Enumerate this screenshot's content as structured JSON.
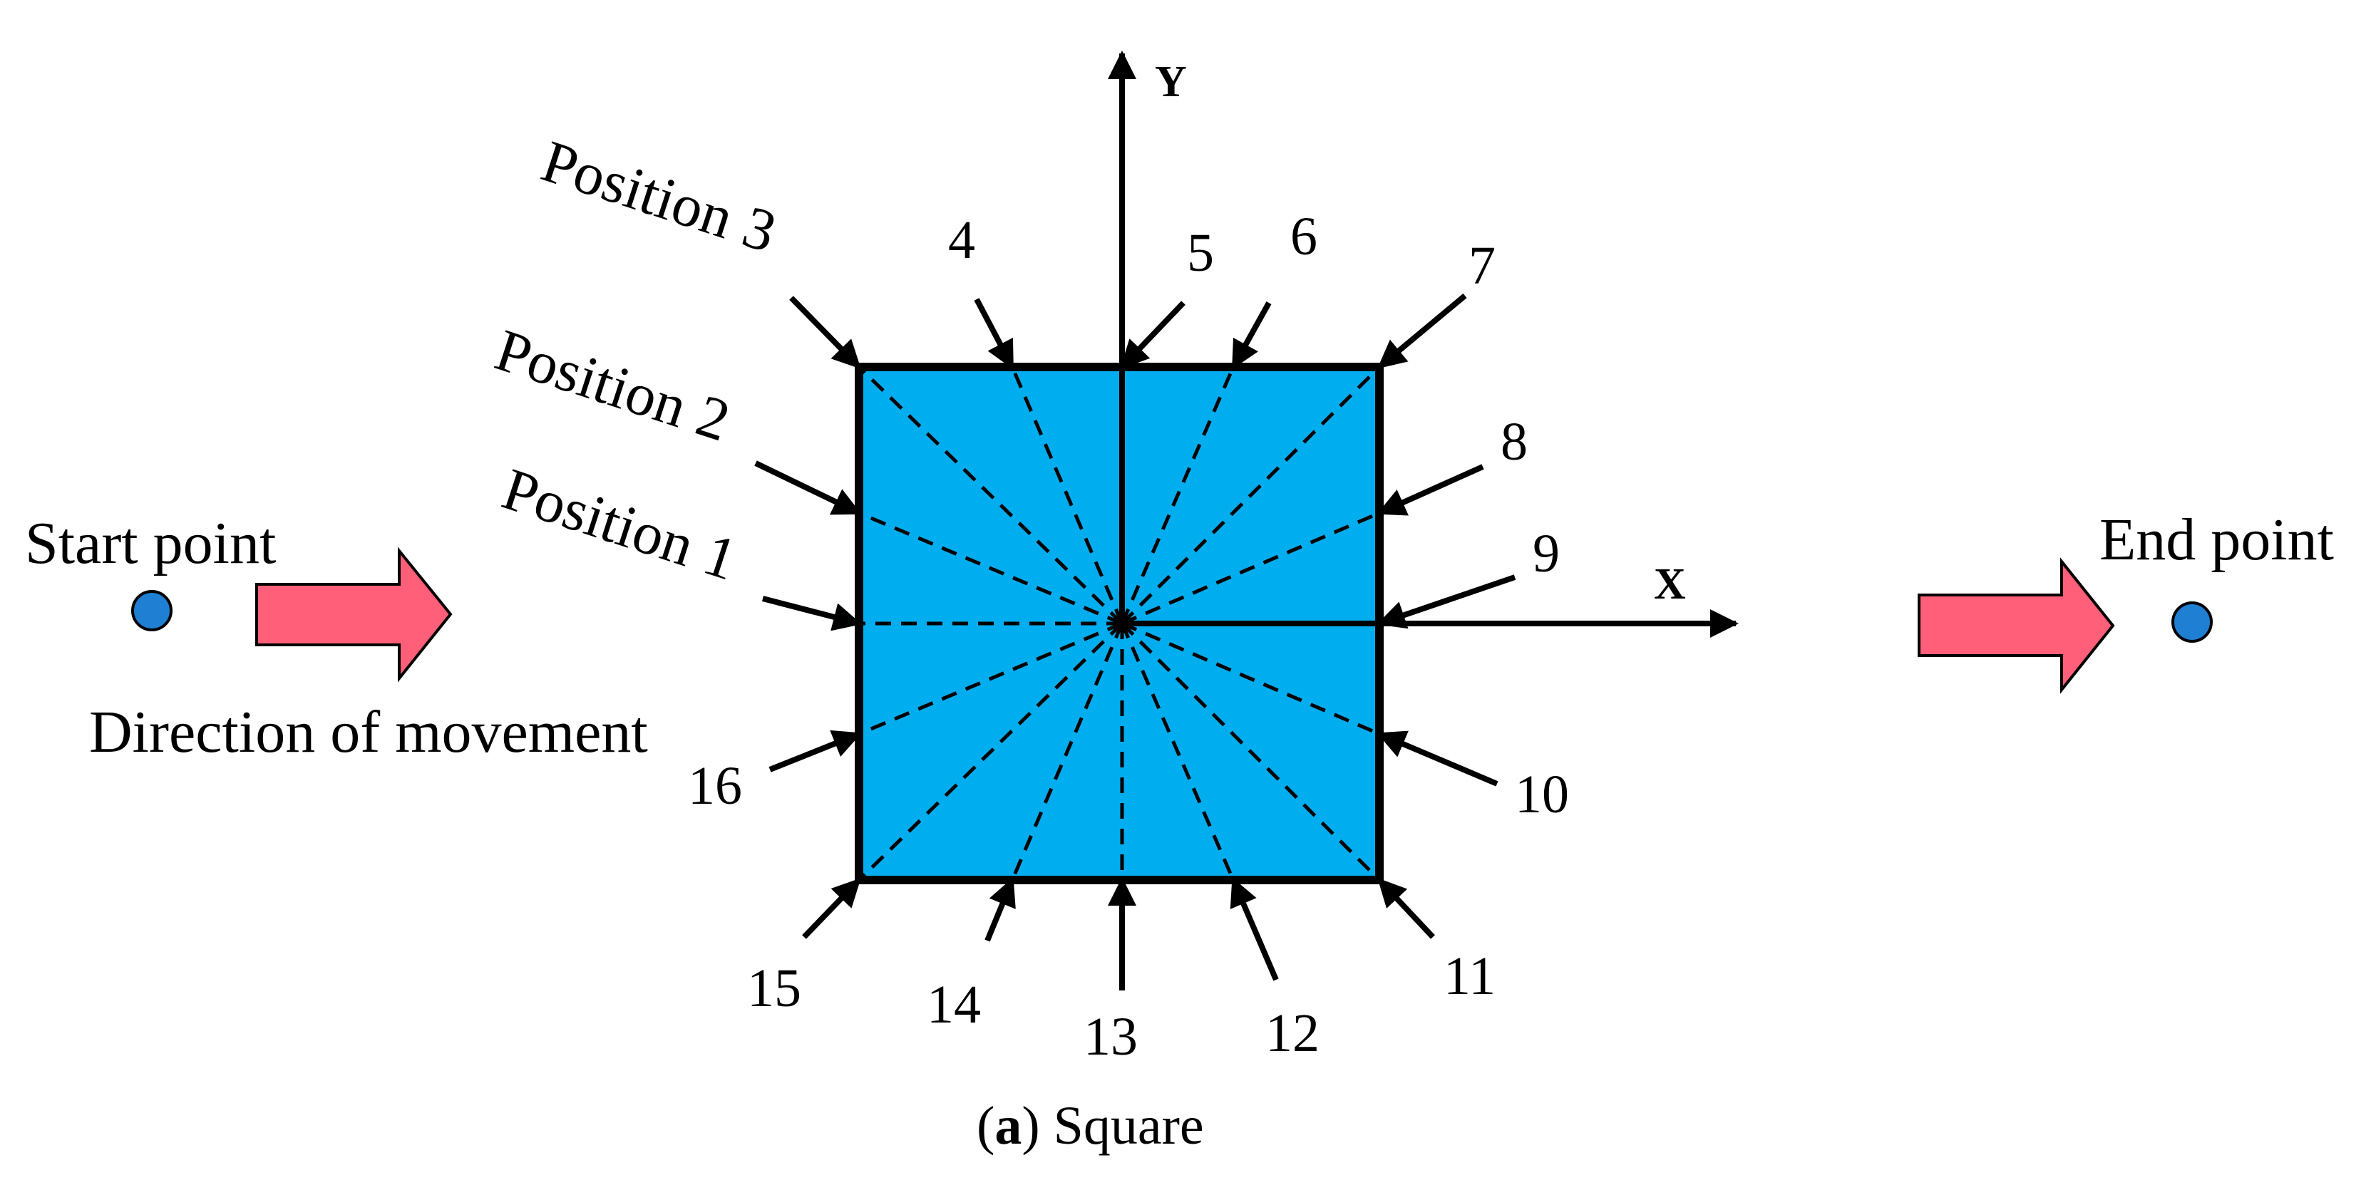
{
  "colors": {
    "square_fill": "#00AEEF",
    "point_fill": "#1E7FD3",
    "direction_arrow_fill": "#FF5F78"
  },
  "labels": {
    "start_point": "Start point",
    "end_point": "End point",
    "direction": "Direction of movement",
    "axis_x": "X",
    "axis_y": "Y"
  },
  "positions": [
    {
      "id": 1,
      "label": "Position 1"
    },
    {
      "id": 2,
      "label": "Position 2"
    },
    {
      "id": 3,
      "label": "Position 3"
    },
    {
      "id": 4,
      "label": "4"
    },
    {
      "id": 5,
      "label": "5"
    },
    {
      "id": 6,
      "label": "6"
    },
    {
      "id": 7,
      "label": "7"
    },
    {
      "id": 8,
      "label": "8"
    },
    {
      "id": 9,
      "label": "9"
    },
    {
      "id": 10,
      "label": "10"
    },
    {
      "id": 11,
      "label": "11"
    },
    {
      "id": 12,
      "label": "12"
    },
    {
      "id": 13,
      "label": "13"
    },
    {
      "id": 14,
      "label": "14"
    },
    {
      "id": 15,
      "label": "15"
    },
    {
      "id": 16,
      "label": "16"
    }
  ],
  "caption": {
    "letter": "a",
    "text": "Square"
  }
}
